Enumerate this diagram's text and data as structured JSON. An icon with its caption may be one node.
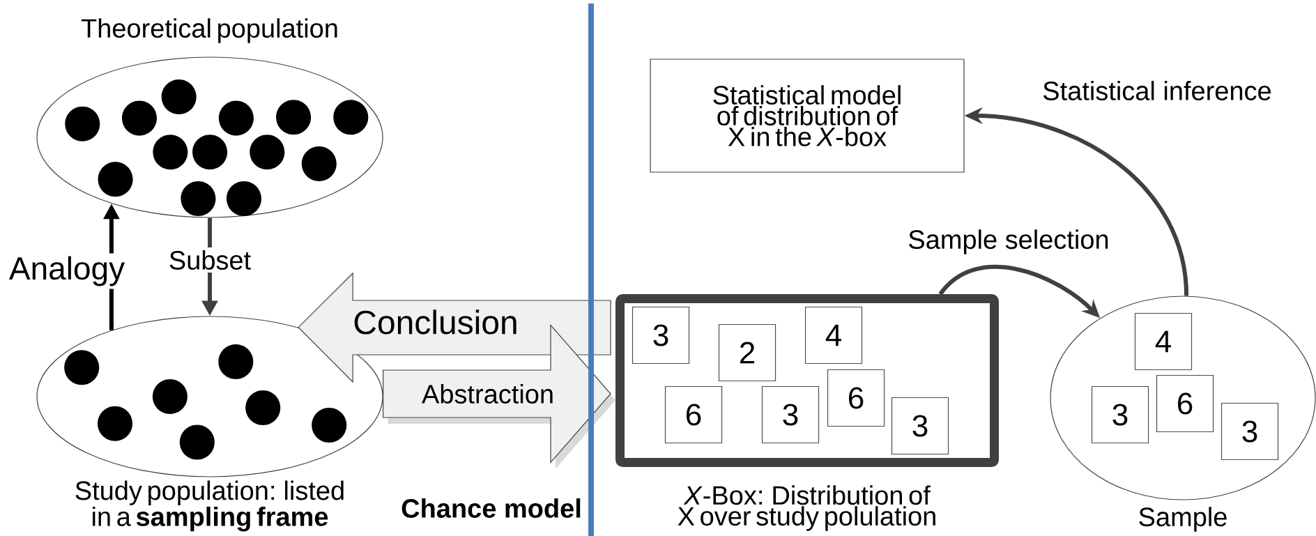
{
  "diagram": {
    "nodes": [
      {
        "text": [
          "Theoretical population"
        ]
      },
      {
        "text": [
          "Study population: listed in a **sampling frame**"
        ]
      },
      {
        "text": [
          "Statistical model of distribution of X in the *X*-box"
        ]
      },
      {
        "text": [
          "*X*-Box: Distribution of X over study polulation"
        ]
      },
      {
        "text": [
          "3"
        ],
        "in": 3
      },
      {
        "text": [
          "2"
        ],
        "in": 3
      },
      {
        "text": [
          "4"
        ],
        "in": 3
      },
      {
        "text": [
          "6"
        ],
        "in": 3
      },
      {
        "text": [
          "3"
        ],
        "in": 3
      },
      {
        "text": [
          "6"
        ],
        "in": 3
      },
      {
        "text": [
          "3"
        ],
        "in": 3
      },
      {
        "text": [
          "Sample"
        ]
      },
      {
        "text": [
          "4"
        ],
        "in": 11
      },
      {
        "text": [
          "3"
        ],
        "in": 11
      },
      {
        "text": [
          "6"
        ],
        "in": 11
      },
      {
        "text": [
          "3"
        ],
        "in": 11
      }
    ],
    "edges": [
      {
        "from": 1,
        "to": 0,
        "arrow": "to",
        "label": "Analogy",
        "color": "#000000"
      },
      {
        "from": 0,
        "to": 1,
        "arrow": "to",
        "label": "Subset"
      },
      {
        "from": 3,
        "to": 1,
        "arrow": "to",
        "label": "Conclusion",
        "style": "thick"
      },
      {
        "from": 1,
        "to": 3,
        "arrow": "to",
        "label": "Abstraction",
        "style": "thick"
      },
      {
        "from": 3,
        "to": 11,
        "arrow": "to",
        "label": "Sample selection"
      },
      {
        "from": 11,
        "to": 2,
        "arrow": "to",
        "label": "Statistical inference"
      }
    ],
    "labels": [
      "Chance model"
    ]
  }
}
